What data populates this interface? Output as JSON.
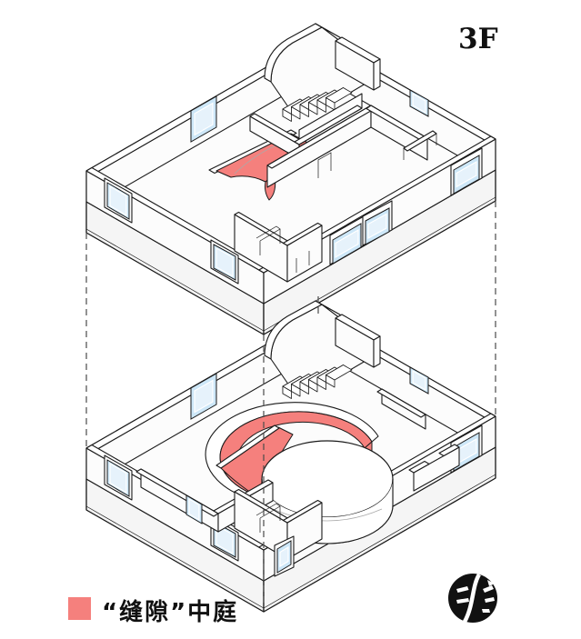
{
  "floor_label": {
    "text": "3F"
  },
  "legend": {
    "swatch_color": "#F5807D",
    "label": "“缝隙”中庭"
  },
  "colors": {
    "atrium_red": "#F5807D",
    "window_blue": "#CDE7F8",
    "window_blue_light": "#E6F2FB",
    "line": "#1A1A1A",
    "wall": "#FCFCFC",
    "slab": "#F5F5F5",
    "dash": "#4A4A4A",
    "logo_black": "#111111"
  },
  "icons": {
    "logo": "ink-seal-logo"
  },
  "drawing": {
    "type": "axonometric-cutaway-floor-plans",
    "upper_floor": "3F plan with red gap-atrium band",
    "lower_floor": "2F plan with circular void and red gap-atrium band",
    "highlight_meaning": "“缝隙”中庭",
    "window_color_meaning": "glazing",
    "projection_lines": "vertical dashed construction lines linking the two floors"
  }
}
